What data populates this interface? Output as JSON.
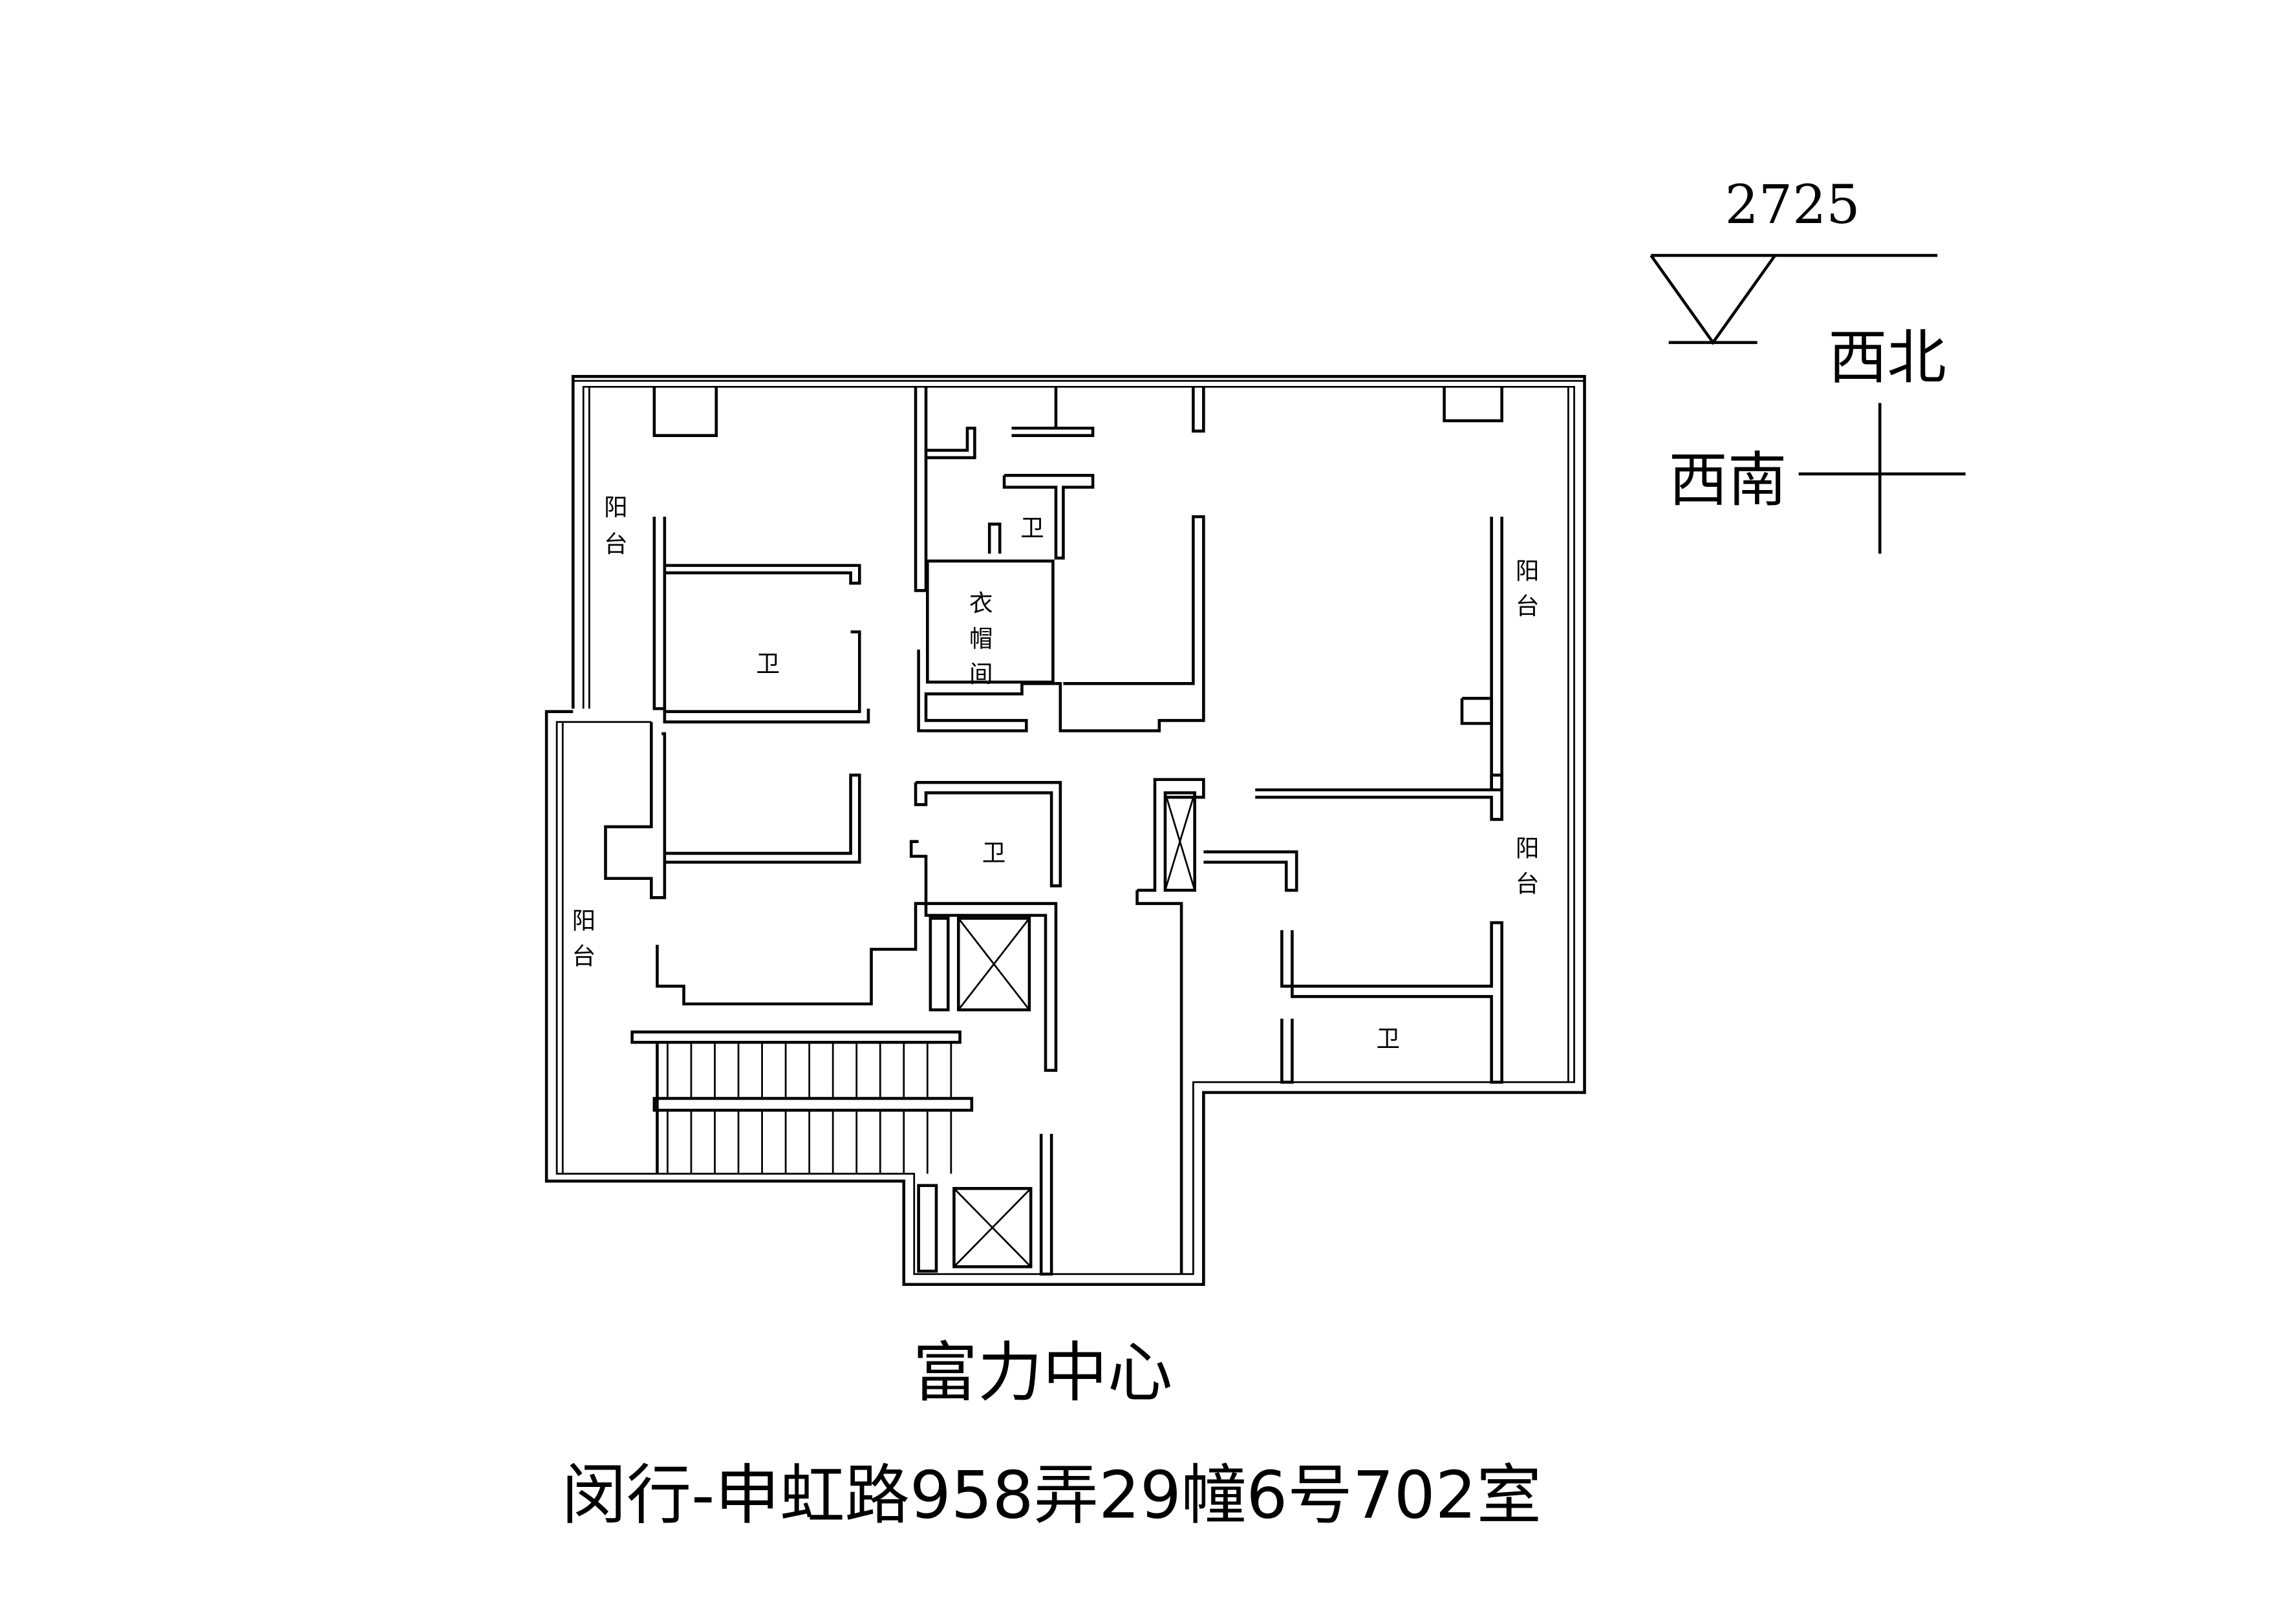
{
  "elevation_marker": {
    "value": "2725"
  },
  "compass": {
    "northwest": "西北",
    "southwest": "西南"
  },
  "rooms": {
    "balcony_nw": "阳台",
    "bath_west": "卫",
    "bath_center_top": "卫",
    "cloakroom": "衣帽间",
    "balcony_ne": "阳台",
    "balcony_se": "阳台",
    "balcony_sw": "阳台",
    "bath_center": "卫",
    "bath_east": "卫"
  },
  "footer": {
    "project_name": "富力中心",
    "address": "闵行-申虹路958弄29幢6号702室"
  }
}
